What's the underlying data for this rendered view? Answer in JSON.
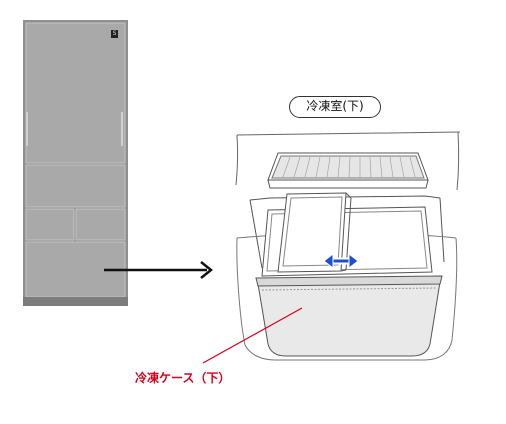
{
  "compartment_label": "冷凍室(下)",
  "case_label": "冷凍ケース（下）",
  "brand_mark": "S",
  "colors": {
    "fridge_body": "#a6a6a6",
    "fridge_edge": "#8a8a8a",
    "line": "#555555",
    "callout_red": "#d6001c",
    "arrow": "#111111",
    "handle_blue": "#1e4fd0"
  }
}
